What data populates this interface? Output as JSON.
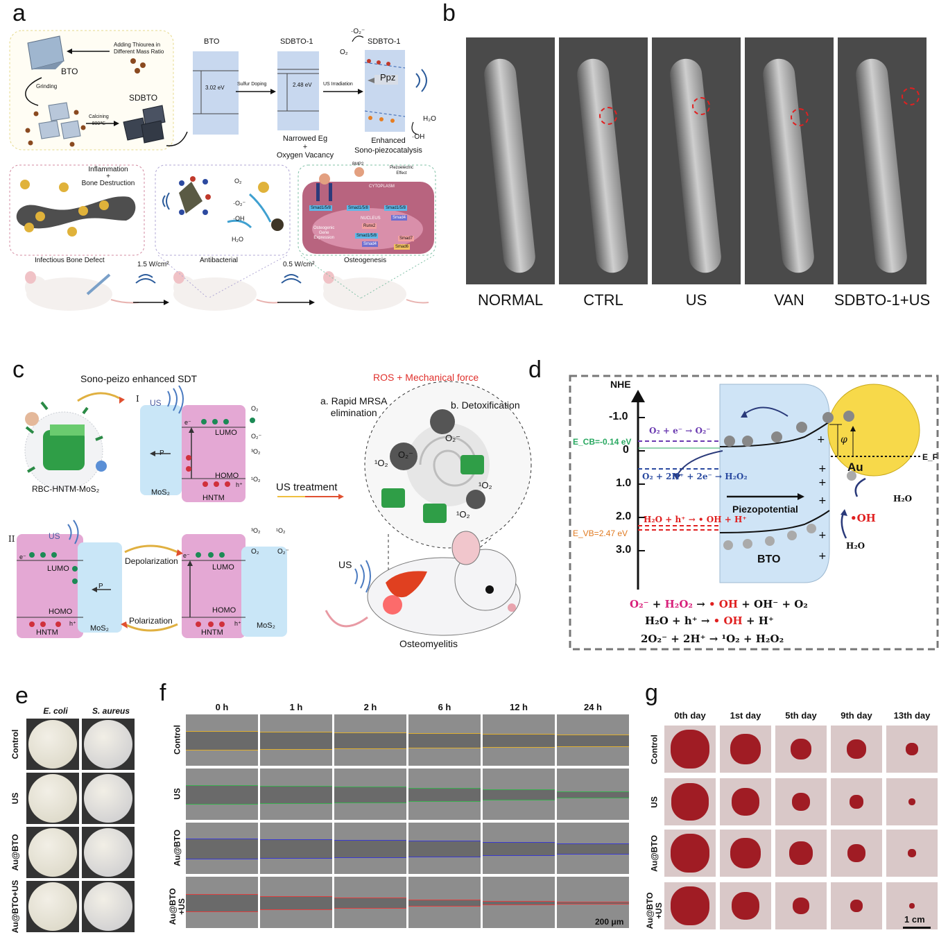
{
  "panels": {
    "a": {
      "label": "a",
      "bto": "BTO",
      "sdbto": "SDBTO",
      "adding_thiourea": [
        "Adding Thiourea in",
        "Different Mass Ratio"
      ],
      "grinding": "Grinding",
      "calcining": [
        "Calcining",
        "800℃"
      ],
      "band_bto_title": "BTO",
      "band_bto_ev": "3.02 eV",
      "sulfur_doping": "Sulfur Doping",
      "band_sdbto_title": "SDBTO-1",
      "band_sdbto_ev": "2.48 eV",
      "narrowed": [
        "Narrowed Eg",
        "+",
        "Oxygen Vacancy"
      ],
      "us_irradiation": "US Irradiation",
      "band3_title": "SDBTO-1",
      "ppz": "Ppz",
      "o2": "O₂",
      "o2_rad": "·O₂⁻",
      "h2o": "H₂O",
      "oh": "·OH",
      "enhanced": [
        "Enhanced",
        "Sono-piezocatalysis"
      ],
      "inflammation": [
        "Inflammation",
        "+",
        "Bone Destruction"
      ],
      "infectious": "Infectious Bone Defect",
      "antibacterial": "Antibacterial",
      "osteogenesis": "Osteogenesis",
      "power1": "1.5 W/cm²",
      "power2": "0.5 W/cm²",
      "mol_labels": [
        "O₂",
        "·O₂⁻",
        "·OH",
        "H₂O"
      ],
      "bmp2": "BMP2",
      "piezo_effect": [
        "Piezoelectric",
        "Effect"
      ],
      "cytoplasm": "CYTOPLASM",
      "nucleus": "NUCLEUS",
      "osteo_gene": [
        "Osteogenic",
        "Gene",
        "Expression"
      ],
      "smads": [
        "Smad1/5/8",
        "Smad1/5/8",
        "Smad1/5/8",
        "Smad4",
        "Runx2",
        "Smad1/5/8",
        "Smad4",
        "Smad7",
        "Smad6"
      ]
    },
    "b": {
      "label": "b",
      "groups": [
        "NORMAL",
        "CTRL",
        "US",
        "VAN",
        "SDBTO-1+US"
      ]
    },
    "c": {
      "label": "c",
      "title": "Sono-peizo enhanced SDT",
      "ros_title": "ROS + Mechanical force",
      "rapid": [
        "a. Rapid MRSA",
        "elimination"
      ],
      "detox": "b. Detoxification",
      "us_treatment": "US treatment",
      "rbc": "RBC-HNTM-MoS₂",
      "osteomyelitis": "Osteomyelitis",
      "roman1": "I",
      "roman2": "II",
      "us": "US",
      "lumo": "LUMO",
      "homo": "HOMO",
      "hntm": "HNTM",
      "mos2": "MoS₂",
      "p": "P",
      "depolarization": "Depolarization",
      "polarization": "Polarization",
      "o2": "O₂",
      "o2_rad": "O₂⁻",
      "singlet": "¹O₂",
      "triplet": "³O₂",
      "eminus": "e⁻",
      "hplus": "h⁺"
    },
    "d": {
      "label": "d",
      "nhe": "NHE",
      "ticks": [
        "-1.0",
        "0",
        "1.0",
        "2.0",
        "3.0"
      ],
      "ecb": "E_CB=-0.14 eV",
      "evb": "E_VB=2.47 eV",
      "ef": "E_F",
      "au": "Au",
      "bto": "BTO",
      "piezopotential": "Piezopotential",
      "phi": "φ",
      "r1": "O₂ + e⁻ → O₂⁻",
      "r2": "O₂ + 2H⁺ + 2e⁻ → H₂O₂",
      "r3": "H₂O + h⁺ → • OH + H⁺",
      "oh": "•OH",
      "h2o_a": "H₂O",
      "h2o_b": "H₂O",
      "eq1_parts": [
        "O₂⁻",
        " + ",
        "H₂O₂",
        " → ",
        "• OH",
        " + OH⁻ + O₂"
      ],
      "eq2_parts": [
        "H₂O + h⁺ → ",
        "• OH",
        " + H⁺"
      ],
      "eq3": "2O₂⁻ + 2H⁺ → ¹O₂ + H₂O₂"
    },
    "e": {
      "label": "e",
      "cols": [
        "E. coli",
        "S. aureus"
      ],
      "rows": [
        "Control",
        "US",
        "Au@BTO",
        "Au@BTO+US"
      ]
    },
    "f": {
      "label": "f",
      "cols": [
        "0 h",
        "1 h",
        "2 h",
        "6 h",
        "12 h",
        "24  h"
      ],
      "rows": [
        "Control",
        "US",
        "Au@BTO",
        "Au@BTO\n+US"
      ],
      "scale": "200 μm"
    },
    "g": {
      "label": "g",
      "cols": [
        "0th day",
        "1st day",
        "5th day",
        "9th day",
        "13th day"
      ],
      "rows": [
        "Control",
        "US",
        "Au@BTO",
        "Au@BTO\n+US"
      ],
      "scale": "1 cm"
    }
  }
}
